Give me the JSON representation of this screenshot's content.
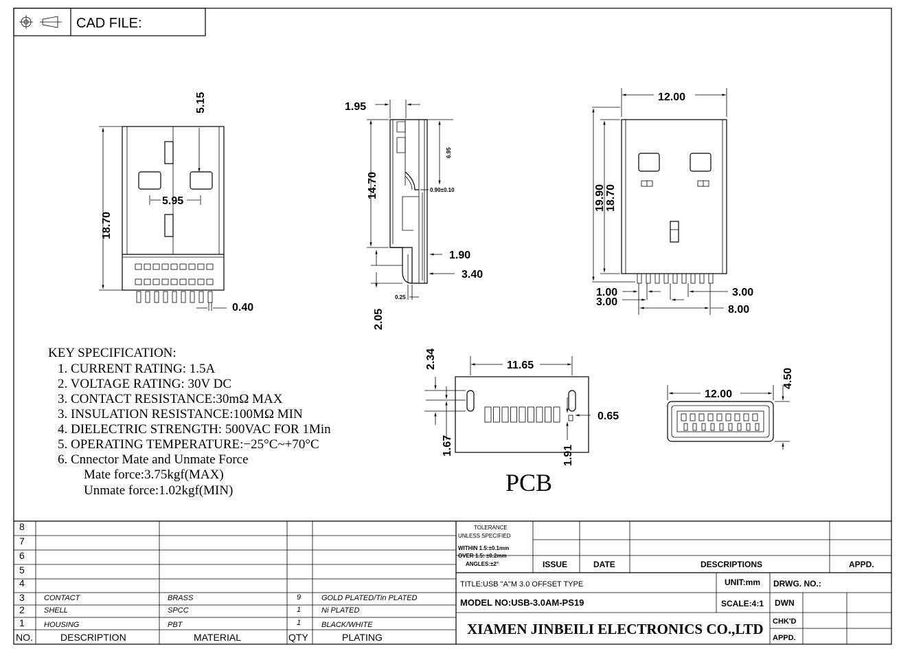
{
  "header": {
    "cad_label": "CAD FILE:",
    "icons": [
      "projection-symbol-icon",
      "cone-symbol-icon"
    ]
  },
  "views": {
    "front": {
      "dims": {
        "height": "18.70",
        "depth": "5.15",
        "pitch": "5.95",
        "pin": "0.40"
      }
    },
    "side": {
      "dims": {
        "top": "1.95",
        "body": "14.70",
        "upper": "6.95",
        "tol": "0.90±0.10",
        "tail": "1.90",
        "total": "3.40",
        "foot": "2.05",
        "thick": "0.25"
      }
    },
    "back": {
      "dims": {
        "width": "12.00",
        "height_total": "19.90",
        "height_body": "18.70",
        "pin_a": "1.00",
        "pin_b": "3.00",
        "pin_c": "3.00",
        "pin_d": "8.00"
      }
    },
    "pcb": {
      "label": "PCB",
      "dims": {
        "width": "11.65",
        "slot_h": "2.34",
        "pad": "0.65",
        "offset_a": "1.67",
        "offset_b": "1.91"
      }
    },
    "end": {
      "dims": {
        "width": "12.00",
        "height": "4.50"
      }
    }
  },
  "spec": {
    "title": "KEY SPECIFICATION:",
    "lines": [
      "1. CURRENT RATING: 1.5A",
      "2. VOLTAGE RATING: 30V DC",
      "3. CONTACT RESISTANCE:30mΩ MAX",
      "3. INSULATION RESISTANCE:100MΩ MIN",
      "4. DIELECTRIC STRENGTH: 500VAC FOR 1Min",
      "5. OPERATING TEMPERATURE:−25°C~+70°C",
      "6. Cnnector Mate and Unmate Force",
      "Mate force:3.75kgf(MAX)",
      "Unmate force:1.02kgf(MIN)"
    ]
  },
  "bom": {
    "row_numbers": [
      "8",
      "7",
      "6",
      "5",
      "4",
      "3",
      "2",
      "1"
    ],
    "rows": [
      {
        "desc": "CONTACT",
        "material": "BRASS",
        "qty": "9",
        "plating": "GOLD PLATED/Tin PLATED"
      },
      {
        "desc": "SHELL",
        "material": "SPCC",
        "qty": "1",
        "plating": "Ni PLATED"
      },
      {
        "desc": "HOUSING",
        "material": "PBT",
        "qty": "1",
        "plating": "BLACK/WHITE"
      }
    ],
    "header": {
      "no": "NO.",
      "desc": "DESCRIPTION",
      "material": "MATERIAL",
      "qty": "QTY",
      "plating": "PLATING"
    }
  },
  "titleblock": {
    "tolerance": "TOLERANCE",
    "unless": "UNLESS SPECIFIED",
    "within": "WITHIN 1.5:±0.1mm",
    "over": "OVER 1.5: ±0.2mm",
    "angles": "ANGLES:±2°",
    "issue": "ISSUE",
    "date": "DATE",
    "descriptions": "DESCRIPTIONS",
    "appd": "APPD.",
    "title": "TITLE:USB \"A\"M 3.0 OFFSET TYPE",
    "unit": "UNIT:mm",
    "drwg_no": "DRWG. NO.:",
    "model": "MODEL NO:USB-3.0AM-PS19",
    "scale": "SCALE:4:1",
    "dwn": "DWN",
    "chkd": "CHK'D",
    "appd2": "APPD.",
    "company": "XIAMEN JINBEILI ELECTRONICS CO.,LTD"
  }
}
